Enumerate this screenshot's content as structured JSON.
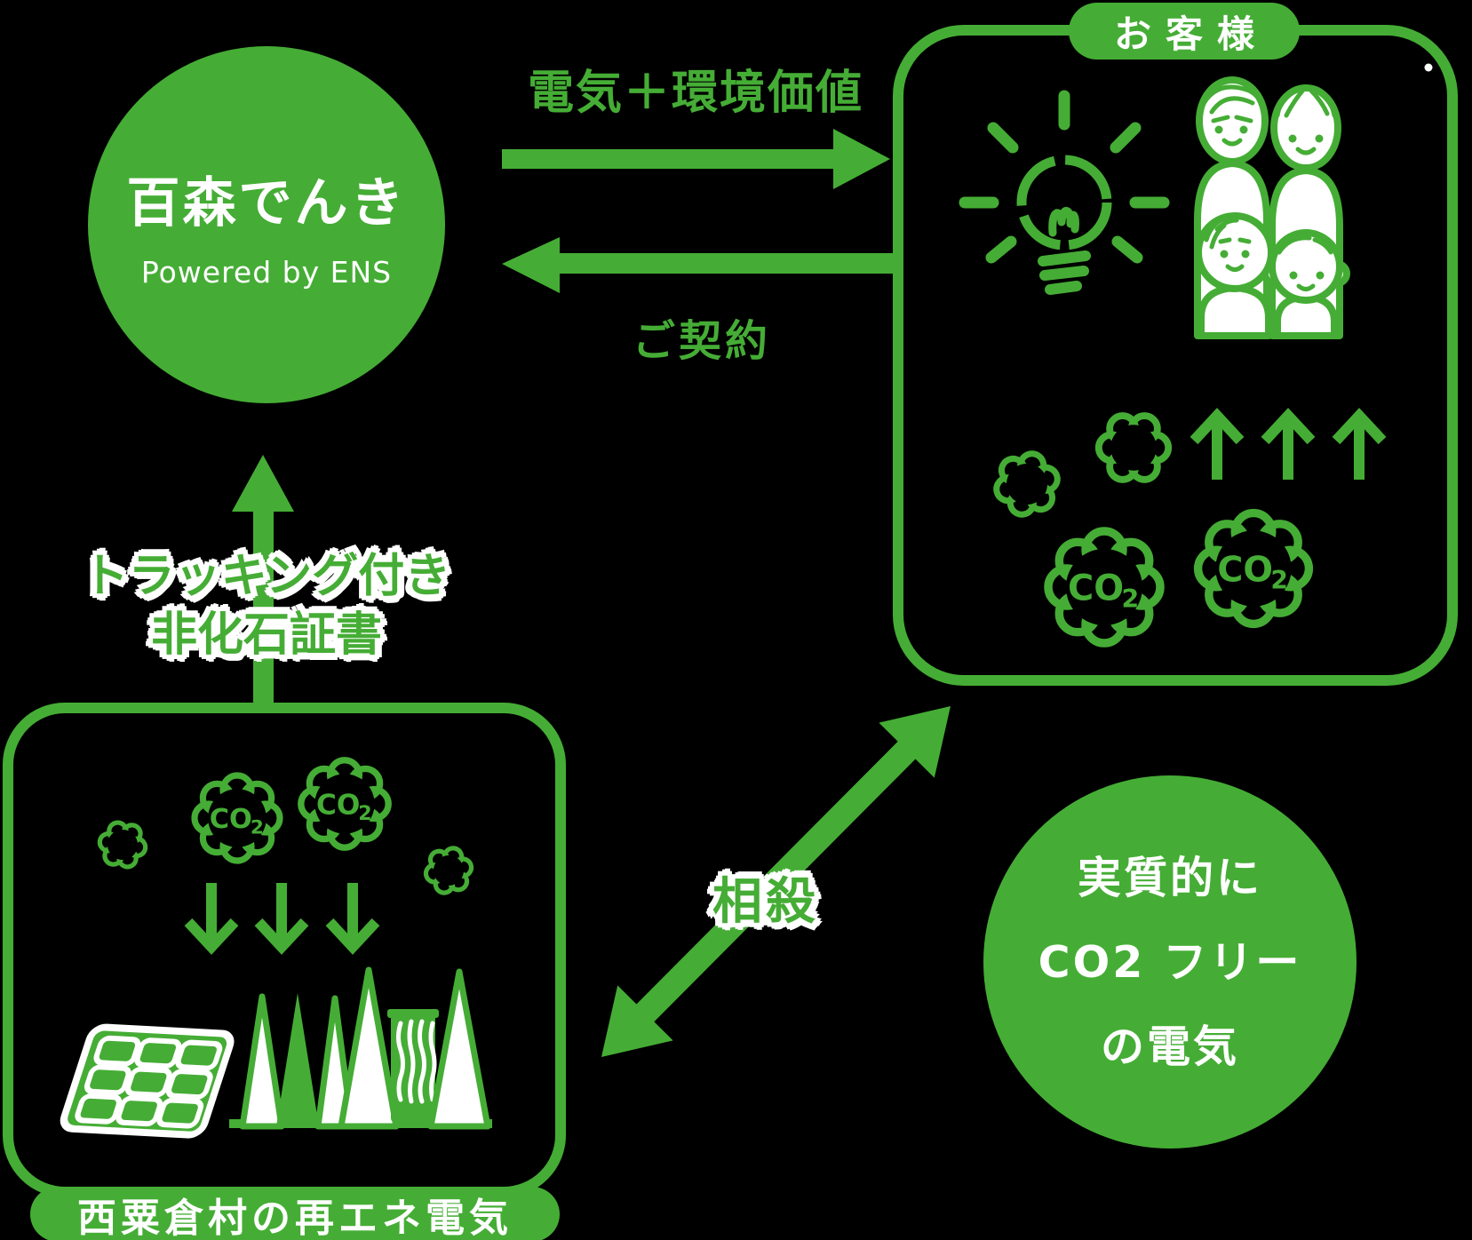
{
  "colors": {
    "green": "#45ad35",
    "white": "#ffffff",
    "background": "#000000"
  },
  "supplier": {
    "name": "百森でんき",
    "powered_by": "Powered by ENS"
  },
  "customer": {
    "label": "お客様"
  },
  "source": {
    "label": "西粟倉村の再エネ電気"
  },
  "result": {
    "line1": "実質的に",
    "line2": "CO2 フリー",
    "line3": "の電気"
  },
  "flows": {
    "supply": "電気＋環境価値",
    "contract": "ご契約",
    "certificate_line1": "トラッキング付き",
    "certificate_line2": "非化石証書",
    "offset": "相殺"
  },
  "icons": {
    "co2_label": "CO",
    "co2_subscript": "2"
  }
}
